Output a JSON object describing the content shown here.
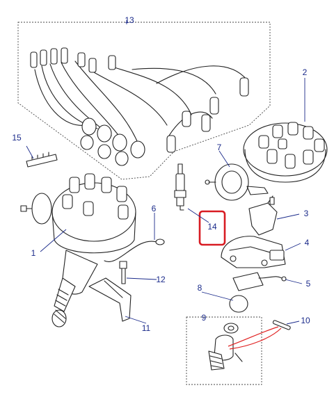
{
  "diagram": {
    "callouts": [
      {
        "id": "c1",
        "label": "1"
      },
      {
        "id": "c2",
        "label": "2"
      },
      {
        "id": "c3",
        "label": "3"
      },
      {
        "id": "c4",
        "label": "4"
      },
      {
        "id": "c5",
        "label": "5"
      },
      {
        "id": "c6",
        "label": "6"
      },
      {
        "id": "c7",
        "label": "7"
      },
      {
        "id": "c8",
        "label": "8"
      },
      {
        "id": "c9",
        "label": "9"
      },
      {
        "id": "c10",
        "label": "10"
      },
      {
        "id": "c11",
        "label": "11"
      },
      {
        "id": "c12",
        "label": "12"
      },
      {
        "id": "c13",
        "label": "13"
      },
      {
        "id": "c14",
        "label": "14"
      },
      {
        "id": "c15",
        "label": "15"
      }
    ],
    "highlighted_callout": "14",
    "colors": {
      "callout_text": "#1a2a8a",
      "highlight_box": "#d81b22",
      "highlight_wire": "#e02020",
      "line_art": "#222222"
    }
  }
}
